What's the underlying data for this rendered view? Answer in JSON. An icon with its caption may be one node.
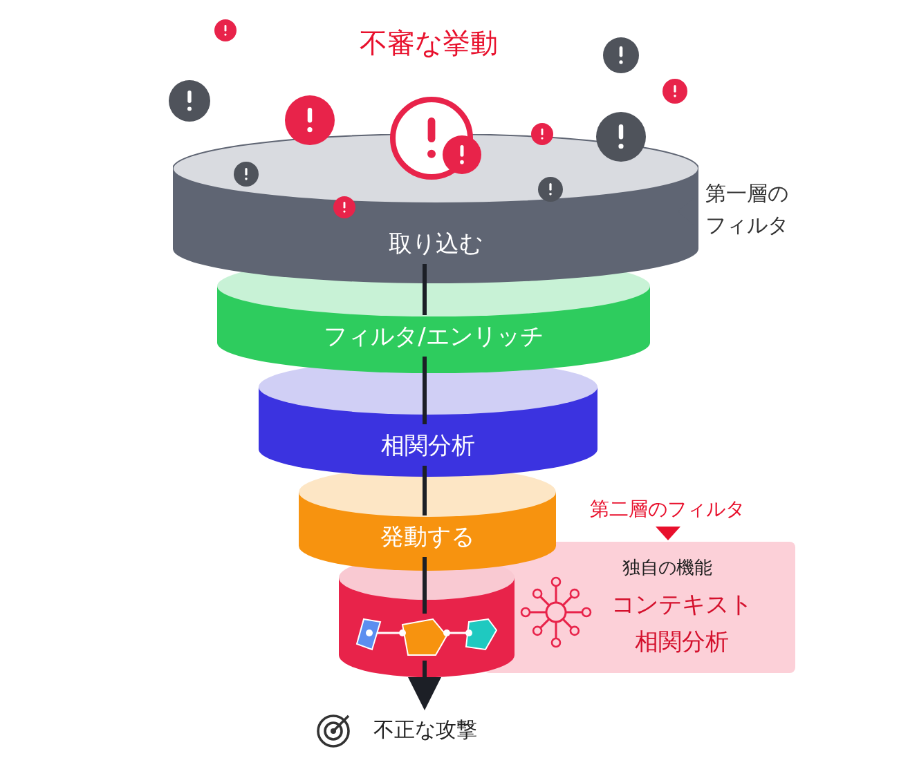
{
  "diagram": {
    "title": "不審な挙動",
    "nodes": [
      {
        "text": [
          "取り込む"
        ],
        "beside": [
          "第一層のフィルタ"
        ]
      },
      {
        "text": [
          "フィルタ/エンリッチ"
        ]
      },
      {
        "text": [
          "相関分析"
        ]
      },
      {
        "text": [
          "発動する"
        ]
      },
      {
        "text": [],
        "shape": "cylinder"
      },
      {
        "text": [
          "独自の機能",
          "コンテキスト相関分析"
        ],
        "beside": [
          "第二層のフィルタ"
        ]
      },
      {
        "text": [
          "不正な攻撃"
        ]
      }
    ],
    "edges": [
      {
        "from": 0,
        "to": 1,
        "arrow": "none"
      },
      {
        "from": 1,
        "to": 2,
        "arrow": "none"
      },
      {
        "from": 2,
        "to": 3,
        "arrow": "none"
      },
      {
        "from": 3,
        "to": 4,
        "arrow": "none"
      },
      {
        "from": 4,
        "to": 6,
        "arrow": "to"
      }
    ]
  }
}
